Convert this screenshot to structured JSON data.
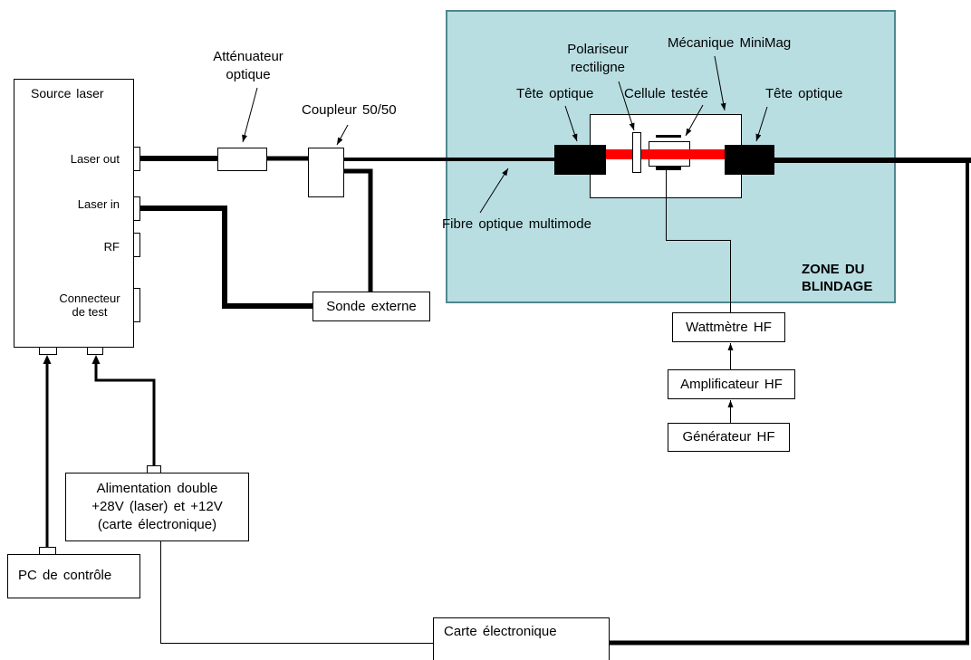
{
  "diagram": {
    "source_laser": {
      "title": "Source laser",
      "laser_out": "Laser out",
      "laser_in": "Laser in",
      "rf": "RF",
      "test_connector": [
        "Connecteur",
        "de test"
      ]
    },
    "attenuator": [
      "Atténuateur",
      "optique"
    ],
    "coupler": "Coupleur 50/50",
    "external_probe": "Sonde externe",
    "shielding_zone": [
      "ZONE DU",
      "BLINDAGE"
    ],
    "polarizer": [
      "Polariseur",
      "rectiligne"
    ],
    "minimag": "Mécanique MiniMag",
    "optical_head_left": "Tête optique",
    "tested_cell": "Cellule testée",
    "optical_head_right": "Tête optique",
    "fiber": "Fibre optique multimode",
    "wattmeter": "Wattmètre HF",
    "amplifier": "Amplificateur HF",
    "generator": "Générateur HF",
    "power_supply": [
      "Alimentation double",
      "+28V (laser) et +12V",
      "(carte électronique)"
    ],
    "control_pc": "PC de contrôle",
    "electronic_board": "Carte électronique"
  },
  "colors": {
    "shielding_zone_fill": "#b8dee2",
    "shielding_zone_border": "#4f878e",
    "optical_beam": "#ff0000",
    "line": "#000000"
  }
}
